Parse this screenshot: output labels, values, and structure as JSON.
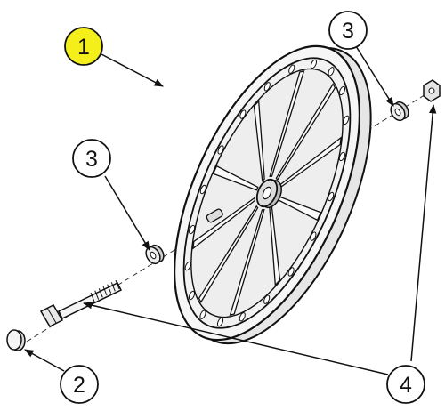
{
  "callouts": [
    {
      "id": "1",
      "label": "1",
      "highlighted": true
    },
    {
      "id": "2",
      "label": "2",
      "highlighted": false
    },
    {
      "id": "3a",
      "label": "3",
      "highlighted": false
    },
    {
      "id": "3b",
      "label": "3",
      "highlighted": false
    },
    {
      "id": "4",
      "label": "4",
      "highlighted": false
    }
  ],
  "colors": {
    "highlight_fill": "#f4ef1a",
    "line": "#111111",
    "wheel_face": "#f2f2f2",
    "tire": "#e6e6e6",
    "shadow": "#cfcfcf"
  },
  "parts": [
    "wheel",
    "axle-bolt",
    "washer",
    "washer",
    "lock-nut",
    "end-cap"
  ]
}
